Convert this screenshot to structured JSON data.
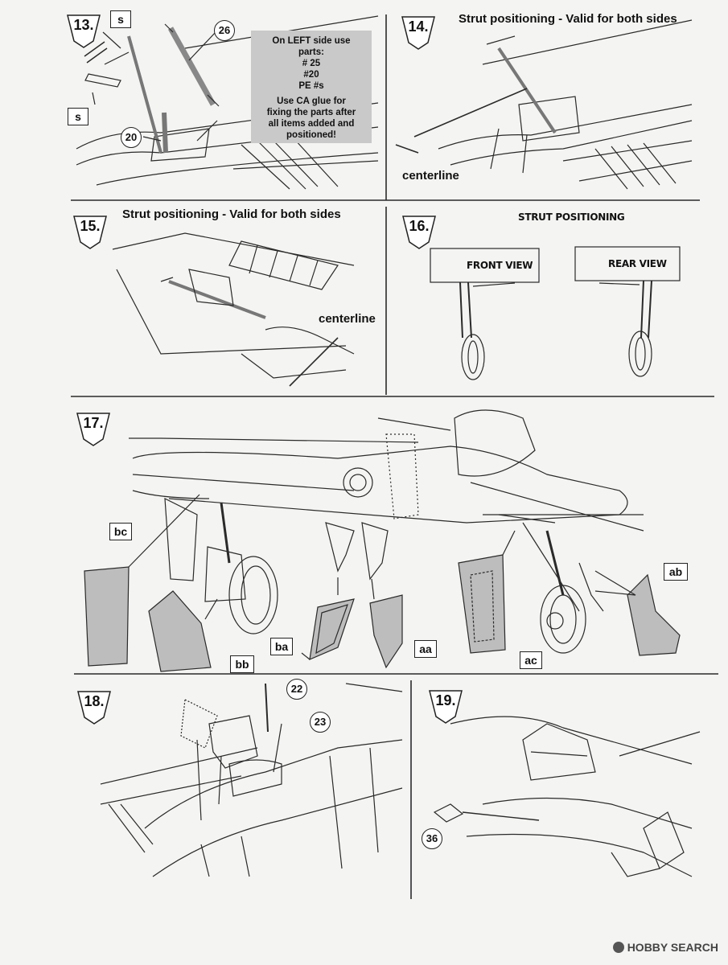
{
  "steps": {
    "s13": {
      "number": "13.",
      "labels": {
        "s_top": "s",
        "s_bottom": "s",
        "p26": "26",
        "p20": "20"
      },
      "note": {
        "lines": [
          "On LEFT side use",
          "parts:",
          "# 25",
          "#20",
          "PE #s",
          "Use CA glue for",
          "fixing the parts after",
          "all items added and",
          "positioned!"
        ]
      }
    },
    "s14": {
      "number": "14.",
      "title": "Strut positioning - Valid for both sides",
      "centerline": "centerline"
    },
    "s15": {
      "number": "15.",
      "title": "Strut positioning - Valid for both sides",
      "centerline": "centerline"
    },
    "s16": {
      "number": "16.",
      "title": "STRUT POSITIONING",
      "front_view": "FRONT VIEW",
      "rear_view": "REAR VIEW"
    },
    "s17": {
      "number": "17.",
      "labels": {
        "bc": "bc",
        "bb": "bb",
        "ba": "ba",
        "aa": "aa",
        "ac": "ac",
        "ab": "ab"
      }
    },
    "s18": {
      "number": "18.",
      "labels": {
        "p22": "22",
        "p23": "23"
      }
    },
    "s19": {
      "number": "19.",
      "labels": {
        "p36": "36"
      }
    }
  },
  "watermark": {
    "text": "HOBBY SEARCH"
  },
  "colors": {
    "line": "#2a2a2a",
    "part_fill": "#bdbdbd",
    "note_fill": "#c9c9c9",
    "paper": "#f4f4f2"
  }
}
